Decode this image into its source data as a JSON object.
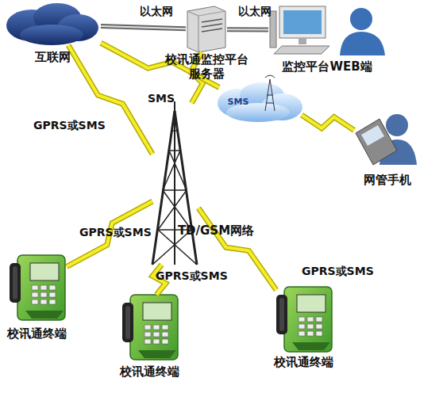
{
  "diagram": {
    "nodes": [
      {
        "text": [
          "互联网"
        ]
      },
      {
        "text": [
          "校讯通监控平台服务器"
        ]
      },
      {
        "text": [
          "监控平台WEB端"
        ]
      },
      {
        "text": [
          "SMS"
        ]
      },
      {
        "text": [
          "网管手机"
        ]
      },
      {
        "text": [
          "TD/GSM网络"
        ]
      },
      {
        "text": [
          "校讯通终端"
        ]
      },
      {
        "text": [
          "校讯通终端"
        ]
      },
      {
        "text": [
          "校讯通终端"
        ]
      }
    ],
    "edges": [
      {
        "from": 0,
        "to": 1,
        "arrow": "none",
        "label": "以太网"
      },
      {
        "from": 1,
        "to": 2,
        "arrow": "none",
        "label": "以太网"
      },
      {
        "from": 1,
        "to": 5,
        "arrow": "none",
        "label": "SMS"
      },
      {
        "from": 0,
        "to": 5,
        "arrow": "none",
        "label": "GPRS或SMS"
      },
      {
        "from": 0,
        "to": 3,
        "arrow": "none"
      },
      {
        "from": 3,
        "to": 4,
        "arrow": "none"
      },
      {
        "from": 5,
        "to": 6,
        "arrow": "none",
        "label": "GPRS或SMS"
      },
      {
        "from": 5,
        "to": 7,
        "arrow": "none",
        "label": "GPRS或SMS"
      },
      {
        "from": 5,
        "to": 8,
        "arrow": "none",
        "label": "GPRS或SMS"
      }
    ]
  }
}
